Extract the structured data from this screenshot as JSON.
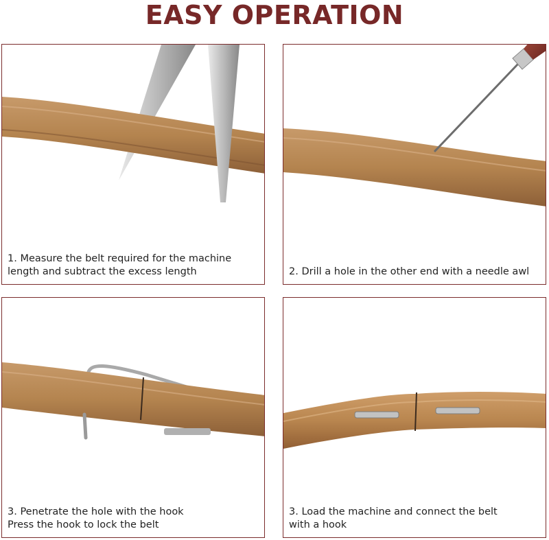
{
  "title": "EASY OPERATION",
  "colors": {
    "title": "#772828",
    "panel_border": "#7a2b2b",
    "belt": "#b98a5a",
    "belt_dark": "#8a5e36"
  },
  "panels": [
    {
      "caption_lines": [
        "1. Measure the belt required for the machine",
        "length and subtract the excess length"
      ]
    },
    {
      "caption_lines": [
        "2. Drill a hole in the other end with a needle awl"
      ]
    },
    {
      "caption_lines": [
        "3. Penetrate the hole with the hook",
        "Press the hook to lock the belt"
      ]
    },
    {
      "caption_lines": [
        "3. Load the machine and connect the belt",
        "with a hook"
      ]
    }
  ]
}
